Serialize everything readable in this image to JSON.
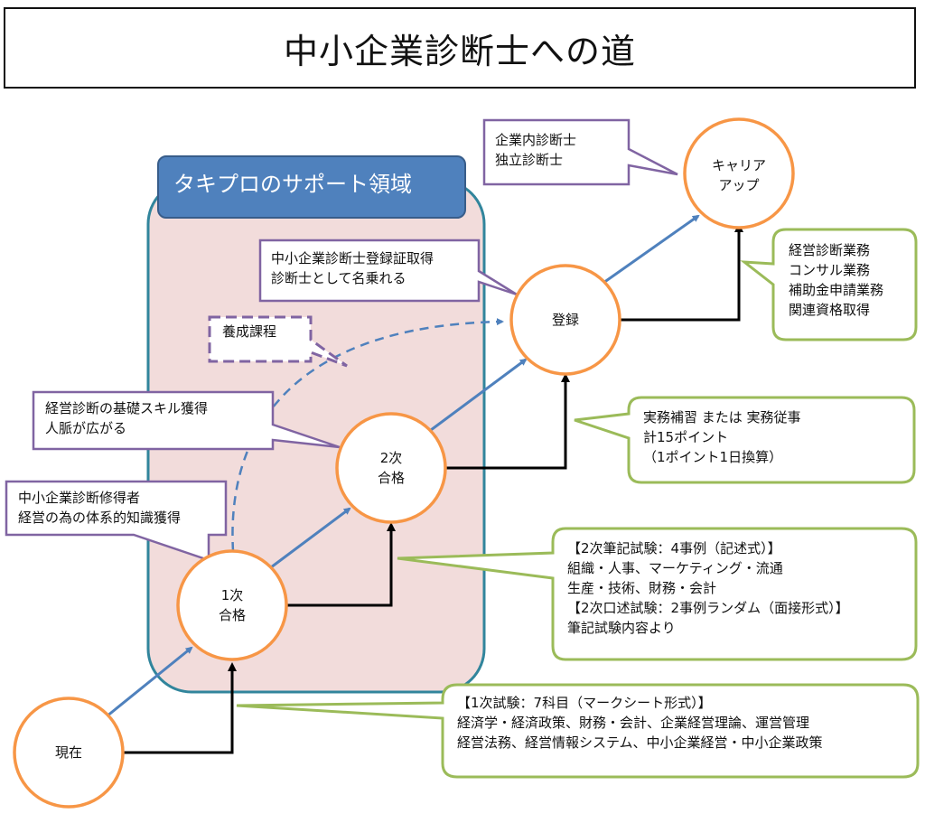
{
  "title": "中小企業診断士への道",
  "support_area": {
    "label": "タキプロのサポート領域"
  },
  "nodes": {
    "current": {
      "label": [
        "現在"
      ]
    },
    "first_pass": {
      "label": [
        "1次",
        "合格"
      ]
    },
    "second_pass": {
      "label": [
        "2次",
        "合格"
      ]
    },
    "registration": {
      "label": [
        "登録"
      ]
    },
    "career_up": {
      "label": [
        "キャリア",
        "アップ"
      ]
    }
  },
  "callouts": {
    "career_types": {
      "lines": [
        "企業内診断士",
        "独立診断士"
      ]
    },
    "registration_info": {
      "lines": [
        "中小企業診断士登録証取得",
        "診断士として名乗れる"
      ]
    },
    "training_course": {
      "lines": [
        "養成課程"
      ]
    },
    "second_benefit": {
      "lines": [
        "経営診断の基礎スキル獲得",
        "人脈が広がる"
      ]
    },
    "first_benefit": {
      "lines": [
        "中小企業診断修得者",
        "経営の為の体系的知識獲得"
      ]
    },
    "career_work": {
      "lines": [
        "経営診断業務",
        "コンサル業務",
        "補助金申請業務",
        "関連資格取得"
      ]
    },
    "practice": {
      "lines": [
        "実務補習 または 実務従事",
        "計15ポイント",
        "（1ポイント1日換算）"
      ]
    },
    "second_exam": {
      "lines": [
        "【2次筆記試験：4事例（記述式）】",
        "組織・人事、マーケティング・流通",
        "生産・技術、財務・会計",
        "【2次口述試験：2事例ランダム（面接形式）】",
        "筆記試験内容より"
      ]
    },
    "first_exam": {
      "lines": [
        "【1次試験：7科目（マークシート形式）】",
        "経済学・経済政策、財務・会計、企業経営理論、運営管理",
        "経営法務、経営情報システム、中小企業経営・中小企業政策"
      ]
    }
  },
  "colors": {
    "node_border": "#f79646",
    "progress_arrow": "#4f81bd",
    "step_arrow": "#000000",
    "purple_callout": "#8064a2",
    "green_callout": "#9bbb59",
    "support_fill": "#f2dcdb",
    "support_border": "#31859c",
    "header_fill": "#4f81bd"
  }
}
